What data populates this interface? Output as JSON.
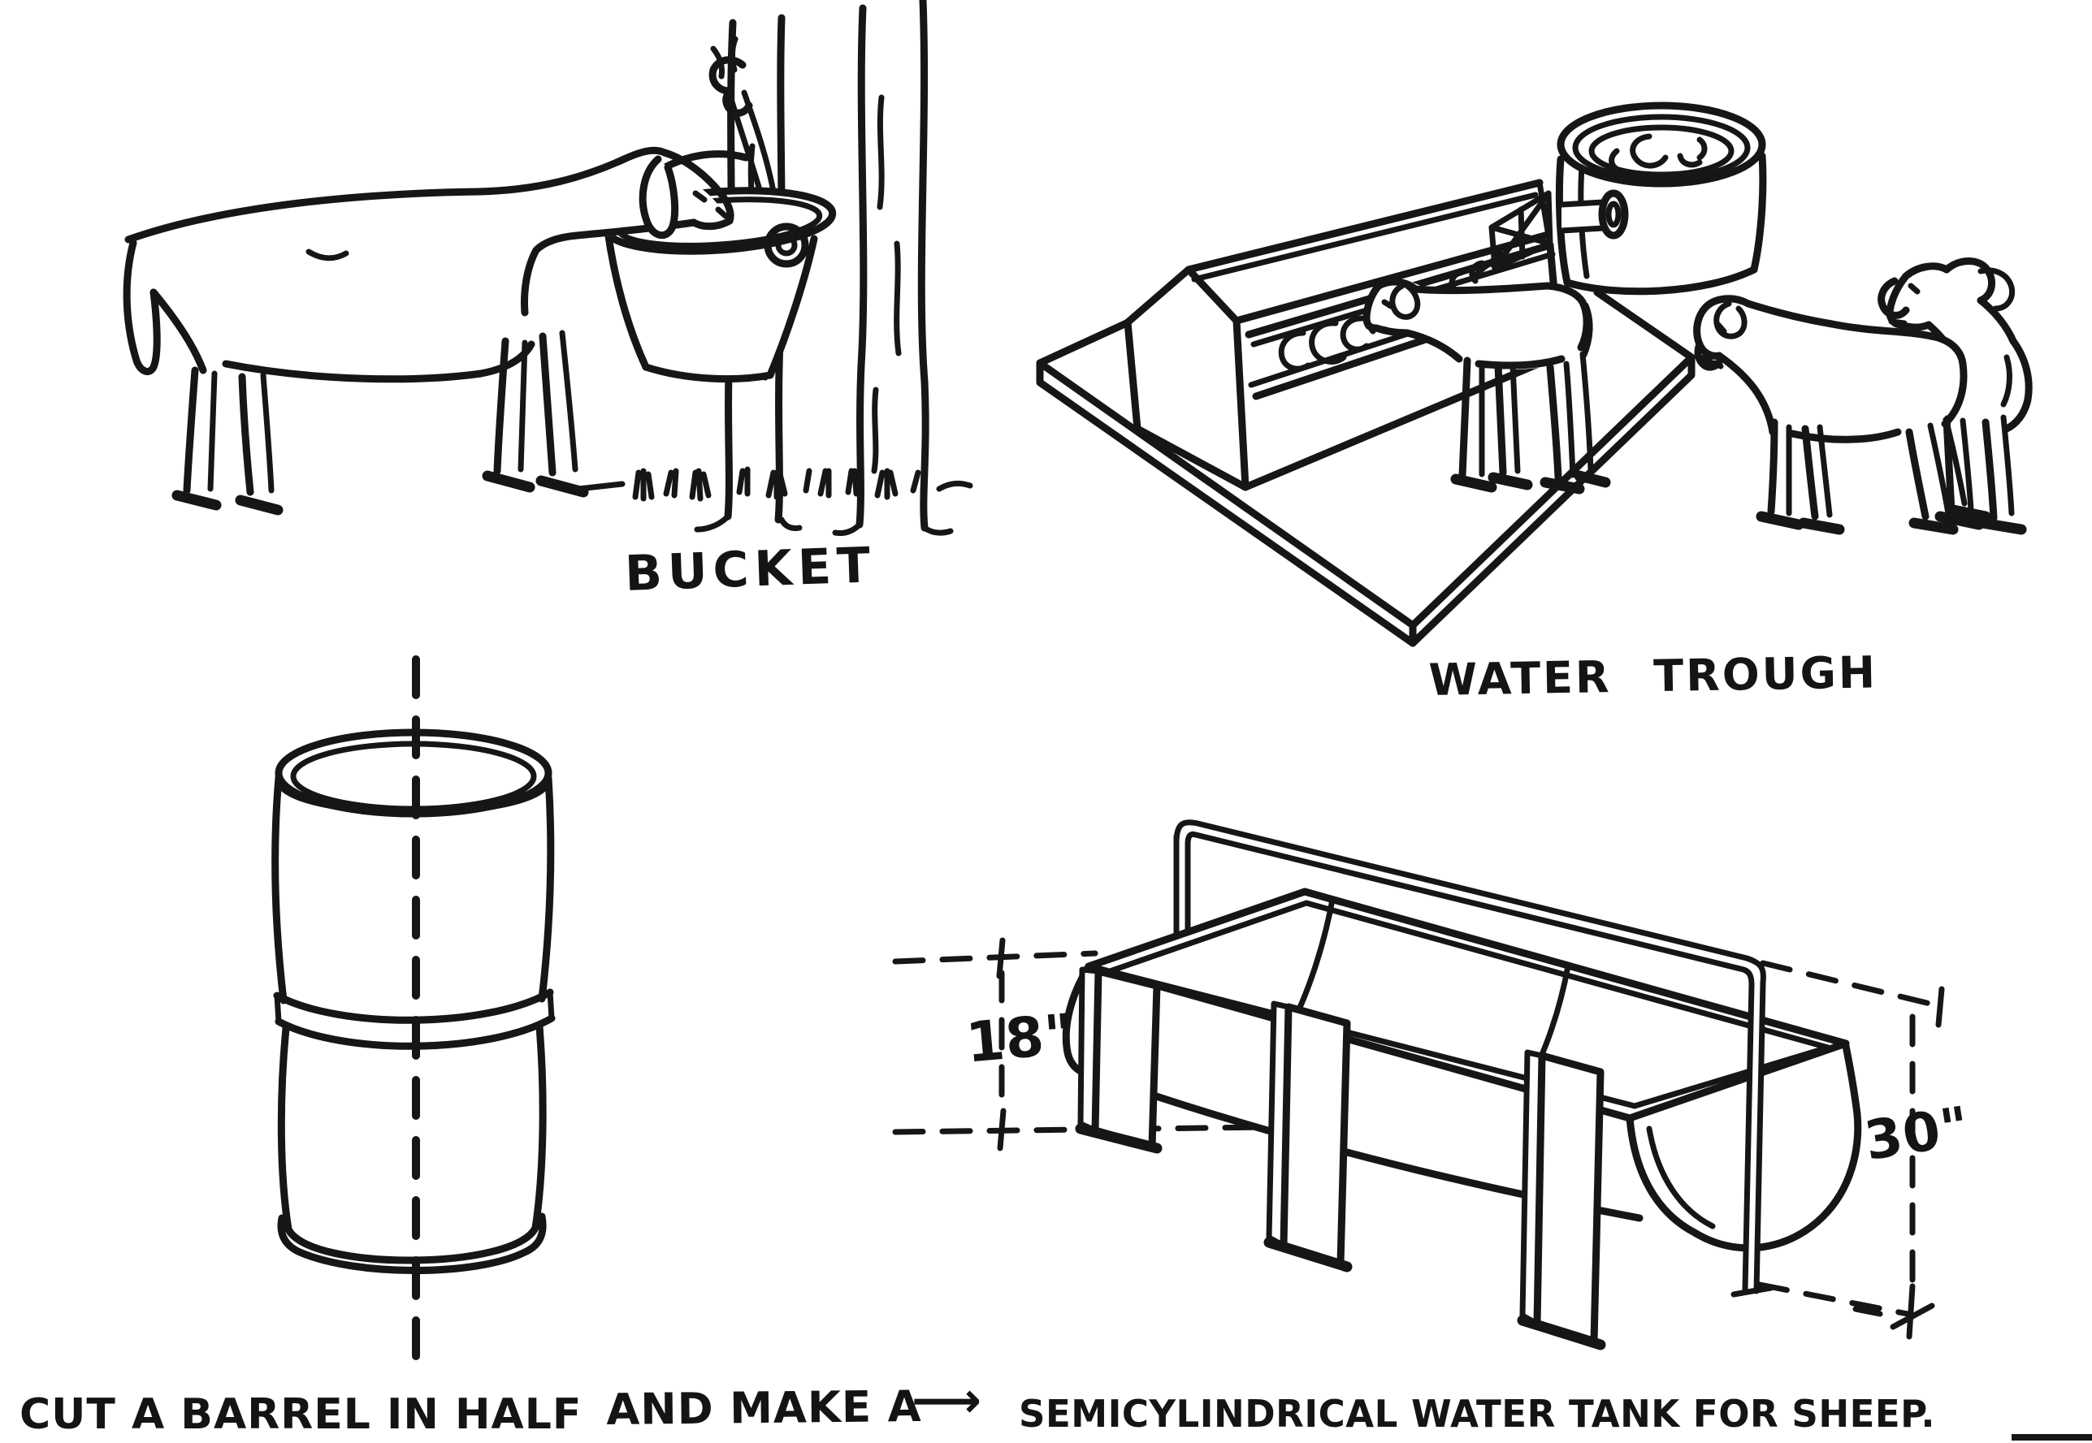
{
  "page": {
    "background": "#ffffff",
    "ink": "#161616"
  },
  "figures": {
    "bucket": {
      "caption": "BUCKET"
    },
    "water_trough": {
      "caption": "WATER TROUGH"
    },
    "barrel": {},
    "semicylindrical_tank": {
      "leg_height": "18\"",
      "total_height": "30\""
    }
  },
  "caption": {
    "part1": "CUT A BARREL IN HALF",
    "part2": "AND MAKE A",
    "arrow": "⟶",
    "part3": "SEMICYLINDRICAL WATER TANK FOR SHEEP."
  }
}
